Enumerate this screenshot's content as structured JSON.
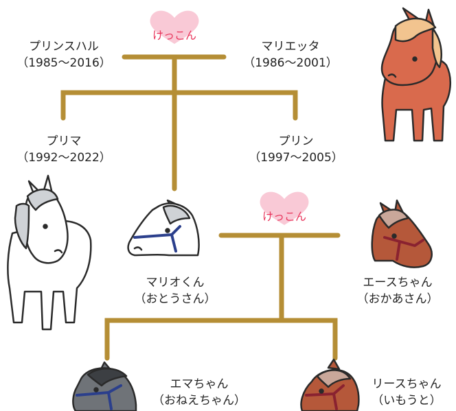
{
  "grandparents": {
    "left": {
      "name": "プリンスハル",
      "years": "（1985～2016）"
    },
    "right": {
      "name": "マリエッタ",
      "years": "（1986～2001）"
    },
    "marriage": "けっこん"
  },
  "children_gen1": {
    "left": {
      "name": "プリマ",
      "years": "（1992～2022）"
    },
    "right": {
      "name": "プリン",
      "years": "（1997～2005）"
    }
  },
  "parents": {
    "father": {
      "name": "マリオくん",
      "role": "（おとうさん）"
    },
    "mother": {
      "name": "エースちゃん",
      "role": "（おかあさん）"
    },
    "marriage": "けっこん"
  },
  "children_gen2": {
    "left": {
      "name": "エマちゃん",
      "role": "（おねえちゃん）"
    },
    "right": {
      "name": "リースちゃん",
      "role": "（いもうと）"
    }
  },
  "colors": {
    "line": "#b58e35",
    "heart": "#f9c9d6",
    "heart_text": "#e8335a",
    "chestnut": "#d96a4d",
    "mane_blond": "#f2c48f",
    "gray_horse": "#6f7378",
    "brown_horse": "#b5583a"
  }
}
